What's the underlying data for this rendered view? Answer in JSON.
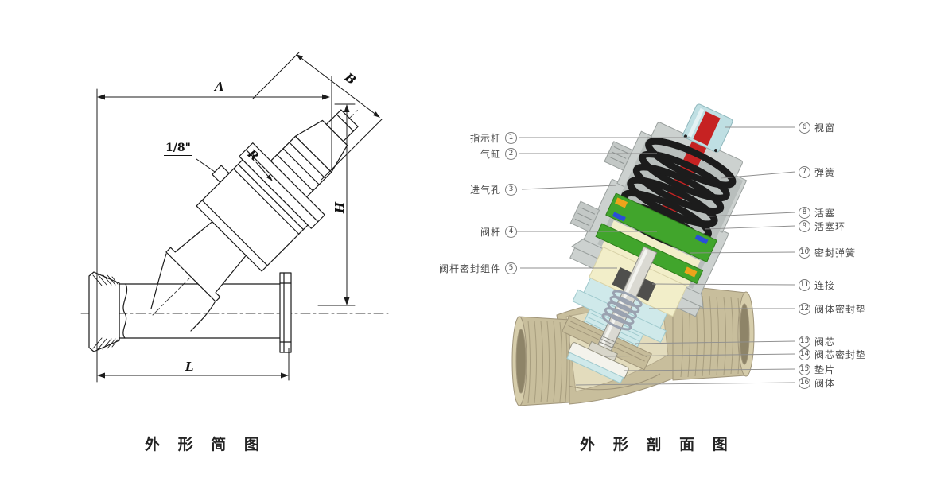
{
  "captions": {
    "left": "外 形 简 图",
    "right": "外 形 剖 面 图"
  },
  "left_diagram": {
    "dim_a": "A",
    "dim_b": "B",
    "dim_h": "H",
    "dim_l": "L",
    "dim_r": "R",
    "port_size": "1/8\""
  },
  "right_diagram": {
    "left_labels": [
      {
        "num": "1",
        "text": "指示杆"
      },
      {
        "num": "2",
        "text": "气缸"
      },
      {
        "num": "3",
        "text": "进气孔"
      },
      {
        "num": "4",
        "text": "阀杆"
      },
      {
        "num": "5",
        "text": "阀杆密封组件"
      }
    ],
    "right_labels": [
      {
        "num": "6",
        "text": "视窗"
      },
      {
        "num": "7",
        "text": "弹簧"
      },
      {
        "num": "8",
        "text": "活塞"
      },
      {
        "num": "9",
        "text": "活塞环"
      },
      {
        "num": "10",
        "text": "密封弹簧"
      },
      {
        "num": "11",
        "text": "连接"
      },
      {
        "num": "12",
        "text": "阀体密封垫"
      },
      {
        "num": "13",
        "text": "阀芯"
      },
      {
        "num": "14",
        "text": "阀芯密封垫"
      },
      {
        "num": "15",
        "text": "垫片"
      },
      {
        "num": "16",
        "text": "阀体"
      }
    ],
    "colors": {
      "cylinder_shell": "#ccd1cf",
      "spring": "#1c1c1c",
      "indicator_rod": "#c62222",
      "piston": "#41a52c",
      "chamber": "#f2eec9",
      "sight_window": "#bfdfe3",
      "bonnet": "#cfe9ea",
      "body": "#c8be9c",
      "clip": "#eda41b",
      "seal": "#2a4fd7"
    }
  }
}
